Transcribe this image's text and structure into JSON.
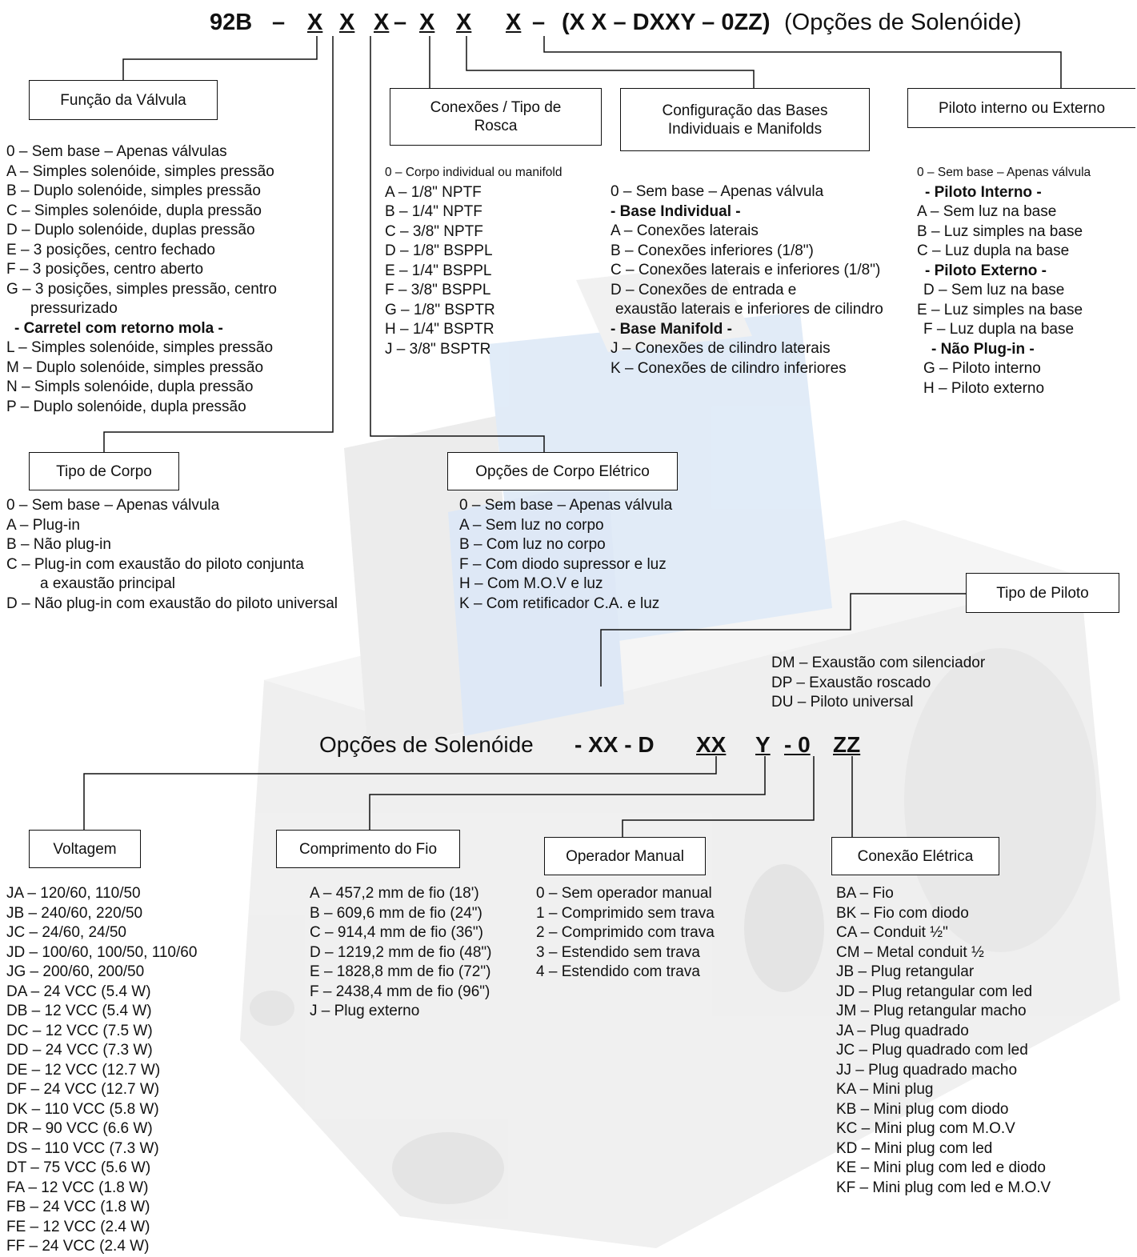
{
  "header": {
    "prefix": "92B",
    "dash1": "–",
    "x1": "X",
    "x2": "X",
    "x3": "X",
    "dash2": "–",
    "x4": "X",
    "x5": "X",
    "x6": "X",
    "dash3": "–",
    "group": "(X X  – DXXY – 0ZZ)",
    "suffix": "(Opções de Solenóide)"
  },
  "valve_function": {
    "title": "Função da Válvula",
    "items": [
      "0 – Sem base – Apenas válvulas",
      "A – Simples solenóide, simples pressão",
      "B – Duplo solenóide, simples pressão",
      "C – Simples solenóide, dupla pressão",
      "D – Duplo solenóide, duplas pressão",
      "E – 3 posições, centro fechado",
      "F – 3 posições, centro aberto",
      "G – 3 posições, simples pressão, centro",
      "pressurizado",
      "- Carretel com retorno mola -",
      "L – Simples solenóide, simples pressão",
      "M – Duplo solenóide, simples pressão",
      "N – Simpls solenóide, dupla pressão",
      "P – Duplo solenóide, dupla pressão"
    ]
  },
  "connections": {
    "title": "Conexões / Tipo de Rosca",
    "items": [
      "0 – Corpo individual ou manifold",
      "A – 1/8\" NPTF",
      "B – 1/4\" NPTF",
      "C – 3/8\" NPTF",
      "D – 1/8\" BSPPL",
      "E – 1/4\" BSPPL",
      "F – 3/8\" BSPPL",
      "G – 1/8\" BSPTR",
      "H – 1/4\" BSPTR",
      "J – 3/8\" BSPTR"
    ]
  },
  "base_config": {
    "title": "Configuração das Bases Individuais e Manifolds",
    "items": [
      "0 – Sem base – Apenas válvula",
      "- Base Individual -",
      "A – Conexões laterais",
      "B – Conexões inferiores (1/8\")",
      "C – Conexões laterais e inferiores (1/8\")",
      "D – Conexões de entrada e",
      "exaustão laterais e inferiores de cilindro",
      "- Base Manifold -",
      "J – Conexões de cilindro laterais",
      "K – Conexões de cilindro inferiores"
    ]
  },
  "pilot": {
    "title": "Piloto interno ou Externo",
    "items": [
      "0 – Sem base – Apenas válvula",
      "- Piloto Interno -",
      "A – Sem luz na base",
      "B – Luz simples na base",
      "C – Luz dupla na base",
      "- Piloto Externo -",
      "D – Sem luz na base",
      "E – Luz simples na base",
      "F – Luz dupla na base",
      "- Não Plug-in -",
      "G – Piloto interno",
      "H – Piloto externo"
    ]
  },
  "body_type": {
    "title": "Tipo de Corpo",
    "items": [
      "0 – Sem base – Apenas válvula",
      "A – Plug-in",
      "B – Não plug-in",
      "C – Plug-in com exaustão do piloto conjunta",
      "a exaustão principal",
      "D – Não plug-in com exaustão do piloto universal"
    ]
  },
  "electric_body": {
    "title": "Opções de Corpo Elétrico",
    "items": [
      "0 – Sem base – Apenas válvula",
      "A – Sem luz no corpo",
      "B – Com luz no corpo",
      "F – Com diodo supressor e luz",
      "H – Com M.O.V e luz",
      "K – Com retificador C.A. e luz"
    ]
  },
  "pilot_type": {
    "title": "Tipo de Piloto",
    "items": [
      "DM – Exaustão com silenciador",
      "DP – Exaustão roscado",
      "DU – Piloto universal"
    ]
  },
  "solenoid": {
    "title": "Opções de Solenóide",
    "t1": "- XX - D",
    "t2": "XX",
    "t3": "Y",
    "t4": "- 0",
    "t5": "ZZ"
  },
  "voltage": {
    "title": "Voltagem",
    "items": [
      "JA – 120/60, 110/50",
      "JB – 240/60, 220/50",
      "JC – 24/60, 24/50",
      "JD – 100/60, 100/50, 110/60",
      "JG – 200/60, 200/50",
      "DA – 24 VCC (5.4 W)",
      "DB – 12 VCC (5.4 W)",
      "DC – 12 VCC (7.5 W)",
      "DD – 24 VCC (7.3 W)",
      "DE – 12 VCC (12.7 W)",
      "DF – 24 VCC (12.7 W)",
      "DK – 110 VCC (5.8 W)",
      "DR – 90 VCC (6.6 W)",
      "DS – 110 VCC (7.3 W)",
      "DT – 75 VCC (5.6 W)",
      "FA – 12 VCC (1.8 W)",
      "FB – 24 VCC (1.8 W)",
      "FE – 12 VCC (2.4 W)",
      "FF – 24 VCC (2.4 W)"
    ]
  },
  "wire_length": {
    "title": "Comprimento do Fio",
    "items": [
      "A – 457,2 mm de fio (18')",
      "B – 609,6 mm de fio (24\")",
      "C – 914,4 mm de fio (36\")",
      "D – 1219,2 mm de fio (48\")",
      "E – 1828,8 mm de fio (72\")",
      "F – 2438,4 mm de fio (96\")",
      "J – Plug externo"
    ]
  },
  "manual_operator": {
    "title": "Operador Manual",
    "items": [
      "0 – Sem operador manual",
      "1 – Comprimido sem trava",
      "2 – Comprimido com trava",
      "3 – Estendido sem trava",
      "4 – Estendido com trava"
    ]
  },
  "electric_connection": {
    "title": "Conexão Elétrica",
    "items": [
      "BA – Fio",
      "BK – Fio com diodo",
      "CA – Conduit ½\"",
      "CM – Metal conduit ½",
      "JB – Plug retangular",
      "JD – Plug retangular com led",
      "JM – Plug retangular macho",
      "JA – Plug quadrado",
      "JC – Plug quadrado com led",
      "JJ – Plug quadrado macho",
      "KA – Mini plug",
      "KB – Mini plug com diodo",
      "KC – Mini plug com M.O.V",
      "KD – Mini plug com led",
      "KE – Mini plug com led e diodo",
      "KF – Mini plug com led e M.O.V"
    ]
  }
}
